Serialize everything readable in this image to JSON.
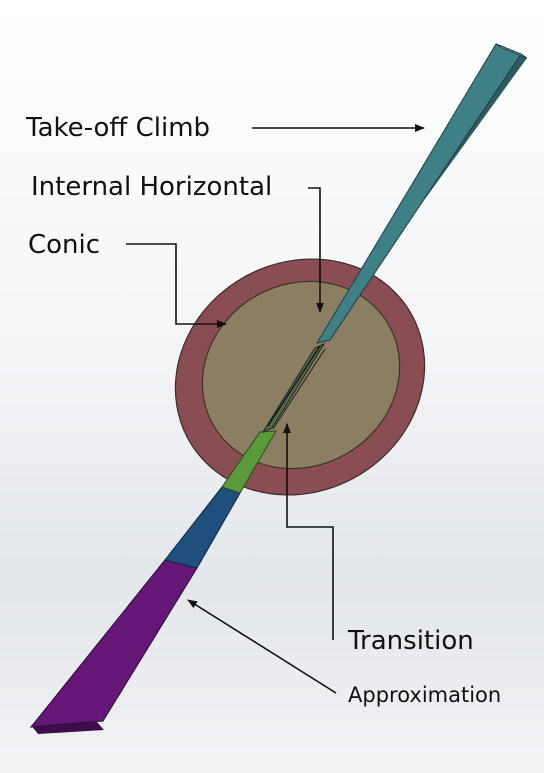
{
  "labels": {
    "takeoff_climb": "Take-off Climb",
    "internal_horizontal": "Internal Horizontal",
    "conic": "Conic",
    "transition": "Transition",
    "approach": "Approximation"
  },
  "colors": {
    "takeoff_climb": "#3f7f86",
    "internal_horizontal": "#8c7e62",
    "conic": "#8a4d54",
    "transition": "#556b4a",
    "approach_inner": "#5a9a3a",
    "approach_middle": "#1e4f7d",
    "approach_outer": "#661677"
  }
}
